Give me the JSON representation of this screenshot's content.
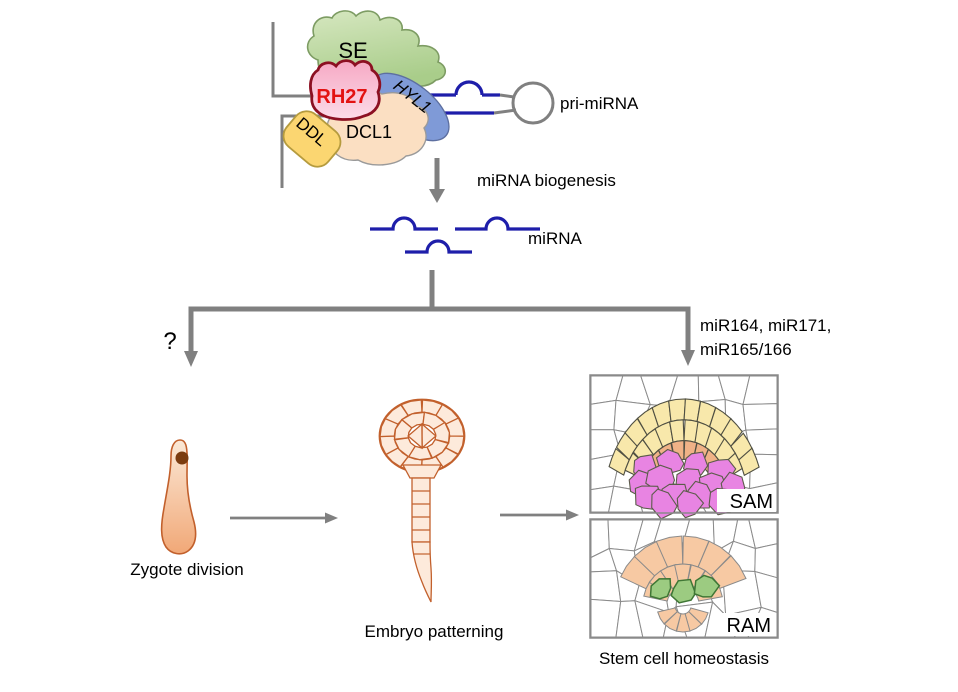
{
  "labels": {
    "se": "SE",
    "rh27": "RH27",
    "hyl1": "HYL1",
    "dcl1": "DCL1",
    "ddl": "DDL",
    "pri_mirna": "pri-miRNA",
    "mirna_biogenesis": "miRNA biogenesis",
    "mirna": "miRNA",
    "question_mark": "?",
    "mir_targets_line1": "miR164, miR171,",
    "mir_targets_line2": "miR165/166",
    "zygote_caption": "Zygote division",
    "embryo_caption": "Embryo patterning",
    "sam": "SAM",
    "ram": "RAM",
    "stem_cell_caption": "Stem cell homeostasis"
  },
  "colors": {
    "gray-line": "#808080",
    "rna-blue": "#1e1eaa",
    "se-stroke": "#7d9c63",
    "se-fill": "#bcd99e",
    "rh27-fill": "#f9c6d6",
    "rh27-stroke": "#8c1022",
    "rh27-text": "#e31212",
    "hyl1-fill": "#7f9ad7",
    "hyl1-stroke": "#5d6fa0",
    "dcl1-fill": "#fbdfc2",
    "dcl1-stroke": "#9a9a9a",
    "ddl-fill": "#fbd671",
    "ddl-stroke": "#b59b3e",
    "cell-peach-fill": "#fdeadb",
    "cell-outline": "#c2602c",
    "zygote-nucleus": "#7b3c10",
    "sam-yellow": "#f8e8ab",
    "sam-orange": "#f0b287",
    "sam-pink": "#e884e2",
    "ram-orange": "#f7c9a3",
    "ram-green": "#9ccb81",
    "ram-green-stroke": "#3f7635",
    "mesh-stroke": "#8b8b8b",
    "colored-cell-stroke": "#4f4f42"
  }
}
